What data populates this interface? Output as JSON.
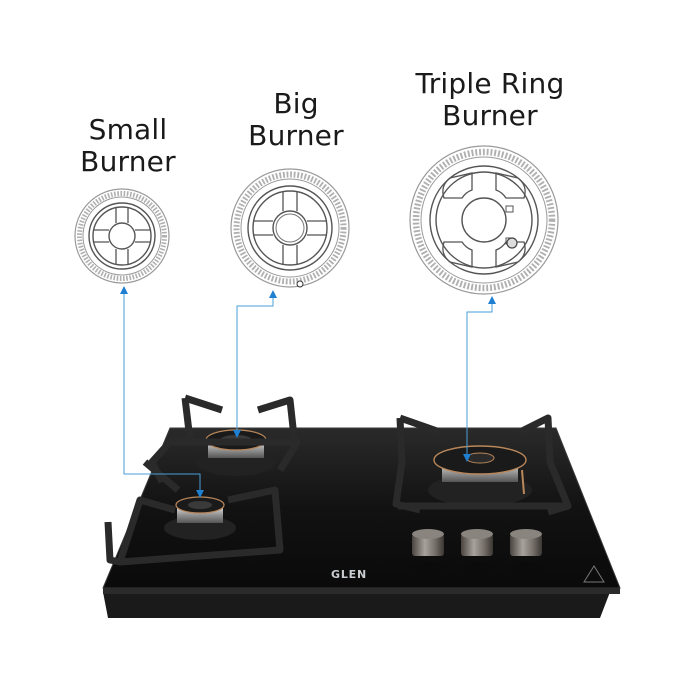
{
  "labels": {
    "small": {
      "line1": "Small",
      "line2": "Burner"
    },
    "big": {
      "line1": "Big",
      "line2": "Burner"
    },
    "triple": {
      "line1": "Triple Ring",
      "line2": "Burner"
    }
  },
  "product": {
    "brand": "GLEN",
    "knob_count": 3,
    "burner_count": 3
  },
  "colors": {
    "leader_line": "#4a9fd8",
    "arrow": "#1f7fd1",
    "glass": "#141414",
    "brass_ring": "#b9875a"
  }
}
